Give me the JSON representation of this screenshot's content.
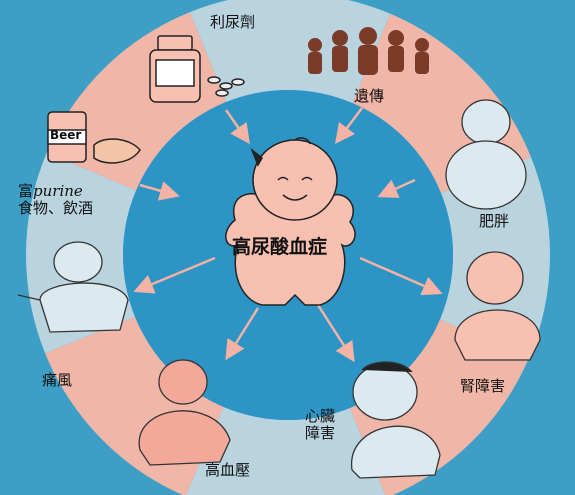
{
  "center": {
    "label": "高尿酸血症"
  },
  "causes": [
    {
      "id": "diuretic",
      "label": "利尿劑"
    },
    {
      "id": "heredity",
      "label": "遺傳"
    },
    {
      "id": "obesity",
      "label": "肥胖"
    },
    {
      "id": "purine_food",
      "label_prefix": "富",
      "label_purine": "purine",
      "label_line2": "食物、飲酒"
    }
  ],
  "effects": [
    {
      "id": "kidney",
      "label": "腎障害"
    },
    {
      "id": "heart",
      "label_line1": "心臟",
      "label_line2": "障害"
    },
    {
      "id": "hypertension",
      "label": "高血壓"
    },
    {
      "id": "gout",
      "label": "痛風"
    }
  ],
  "can_label": "Beer",
  "colors": {
    "background": "#3d9fc6",
    "ring_blue": "#b9d4df",
    "ring_pink": "#f0b6a8",
    "center_circle": "#2d94c6",
    "figure_pink": "#f7c0b0",
    "arrow": "#f4b3a4"
  }
}
